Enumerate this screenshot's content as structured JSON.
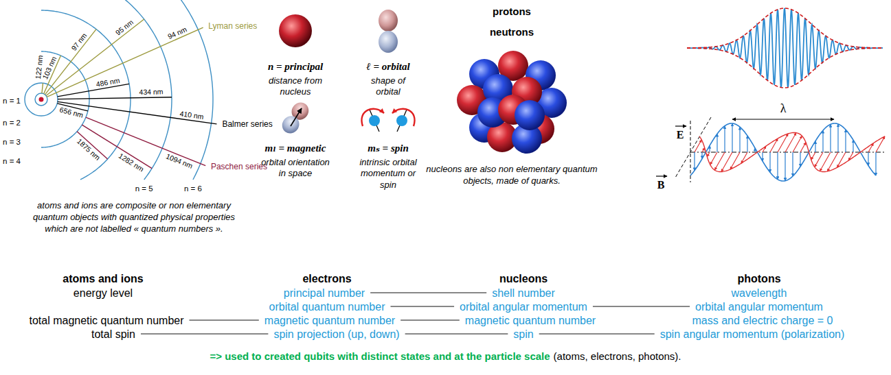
{
  "diagram": {
    "nodes": [
      {
        "text": [
          "energy level"
        ]
      },
      {
        "text": [
          "principal number"
        ]
      },
      {
        "text": [
          "shell number"
        ]
      },
      {
        "text": [
          "wavelength"
        ]
      },
      {
        "text": [
          "orbital quantum number"
        ]
      },
      {
        "text": [
          "orbital angular momentum"
        ]
      },
      {
        "text": [
          "orbital angular momentum"
        ]
      },
      {
        "text": [
          "total magnetic quantum number"
        ]
      },
      {
        "text": [
          "magnetic quantum number"
        ]
      },
      {
        "text": [
          "magnetic quantum number"
        ]
      },
      {
        "text": [
          "mass and electric charge = 0"
        ]
      },
      {
        "text": [
          "total spin"
        ]
      },
      {
        "text": [
          "spin projection (up, down)"
        ]
      },
      {
        "text": [
          "spin"
        ]
      },
      {
        "text": [
          "spin angular momentum (polarization)"
        ]
      }
    ],
    "edges": [
      {
        "from": 1,
        "to": 2,
        "arrow": "none"
      },
      {
        "from": 4,
        "to": 5,
        "arrow": "none"
      },
      {
        "from": 5,
        "to": 6,
        "arrow": "none"
      },
      {
        "from": 7,
        "to": 8,
        "arrow": "none"
      },
      {
        "from": 8,
        "to": 9,
        "arrow": "none"
      },
      {
        "from": 11,
        "to": 12,
        "arrow": "none"
      },
      {
        "from": 12,
        "to": 13,
        "arrow": "none"
      },
      {
        "from": 13,
        "to": 14,
        "arrow": "none"
      }
    ],
    "labels": [
      "94 nm",
      "95 nm",
      "97 nm",
      "103 nm",
      "122 nm",
      "Lyman series",
      "656 nm",
      "486 nm",
      "434 nm",
      "410 nm",
      "Balmer series",
      "1875 nm",
      "1282 nm",
      "1094 nm",
      "Paschen series",
      "n = 1",
      "n = 2",
      "n = 3",
      "n = 4",
      "n = 5",
      "n = 6",
      "atoms and ions are composite or non elementary quantum objects with quantized physical properties which are not labelled « quantum numbers ».",
      "n = principal",
      "distance from nucleus",
      "ℓ = orbital",
      "shape of orbital",
      "mₗ = magnetic",
      "orbital orientation in space",
      "mₛ = spin",
      "intrinsic orbital momentum or spin",
      "protons",
      "neutrons",
      "nucleons are also non elementary quantum objects, made of quarks.",
      "E",
      "B",
      "λ",
      "atoms and ions",
      "electrons",
      "nucleons",
      "photons",
      "=> used to created qubits with distinct states and at the particle scale",
      "(atoms, electrons, photons)."
    ]
  }
}
